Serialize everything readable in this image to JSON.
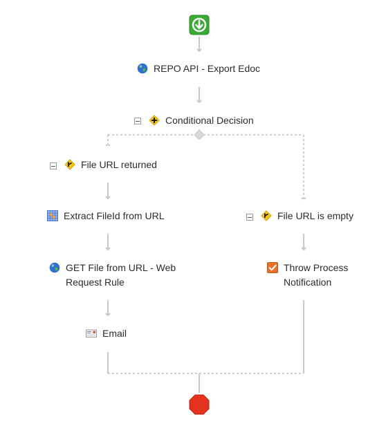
{
  "nodes": {
    "repo_api": "REPO API - Export Edoc",
    "conditional": "Conditional Decision",
    "url_returned": "File URL returned",
    "extract": "Extract FileId from URL",
    "get_file": "GET File from URL - Web\n    Request Rule",
    "email": "Email",
    "url_empty": "File URL is empty",
    "throw": "Throw Process\nNotification"
  },
  "icons": {
    "start": "start-download-icon",
    "repo_api": "globe-icon",
    "conditional": "decision-icon",
    "url_returned": "branch-icon",
    "extract": "grid-icon",
    "get_file": "globe-icon",
    "email": "email-icon",
    "url_empty": "branch-icon",
    "throw": "checkbox-icon",
    "end": "stop-icon"
  },
  "colors": {
    "start": "#3aaa35",
    "end": "#e3321e",
    "connector": "#c8c8c8"
  }
}
